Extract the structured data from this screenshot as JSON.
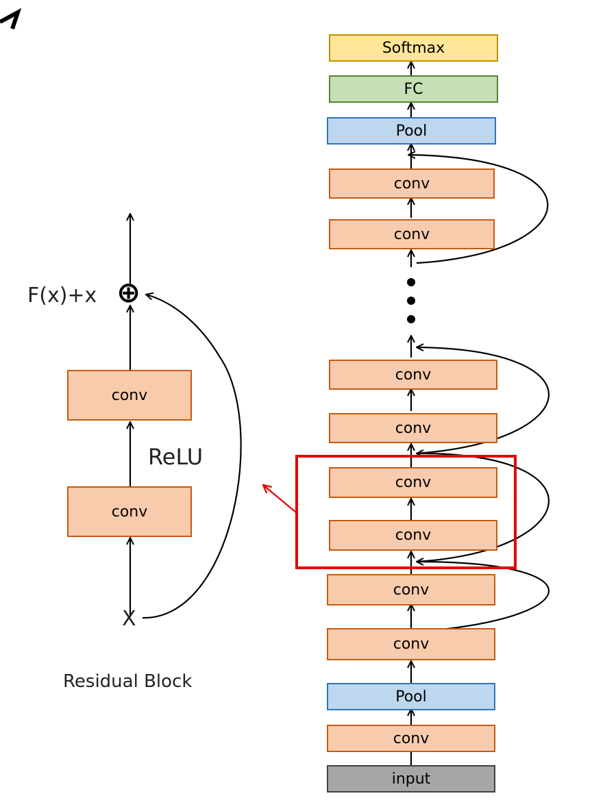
{
  "colors": {
    "conv_fill": "#f8cbad",
    "conv_border": "#c55a11",
    "pool_fill": "#bdd7ee",
    "pool_border": "#2e75b6",
    "fc_fill": "#c5e0b4",
    "fc_border": "#548235",
    "softmax_fill": "#ffe699",
    "softmax_border": "#bf9000",
    "input_fill": "#a6a6a6",
    "input_border": "#404040",
    "highlight": "#e60000"
  },
  "residual_block": {
    "caption": "Residual Block",
    "sum_label": "F(x)+x",
    "sum_symbol": "⊕",
    "relu_label": "ReLU",
    "x_label": "X",
    "upper_conv": "conv",
    "lower_conv": "conv"
  },
  "network": {
    "softmax": "Softmax",
    "fc": "FC",
    "pool_top": "Pool",
    "conv_1": "conv",
    "conv_2": "conv",
    "conv_3": "conv",
    "conv_4": "conv",
    "conv_5": "conv",
    "conv_6": "conv",
    "conv_7": "conv",
    "conv_8": "conv",
    "pool_bottom": "Pool",
    "conv_stem": "conv",
    "input": "input"
  }
}
